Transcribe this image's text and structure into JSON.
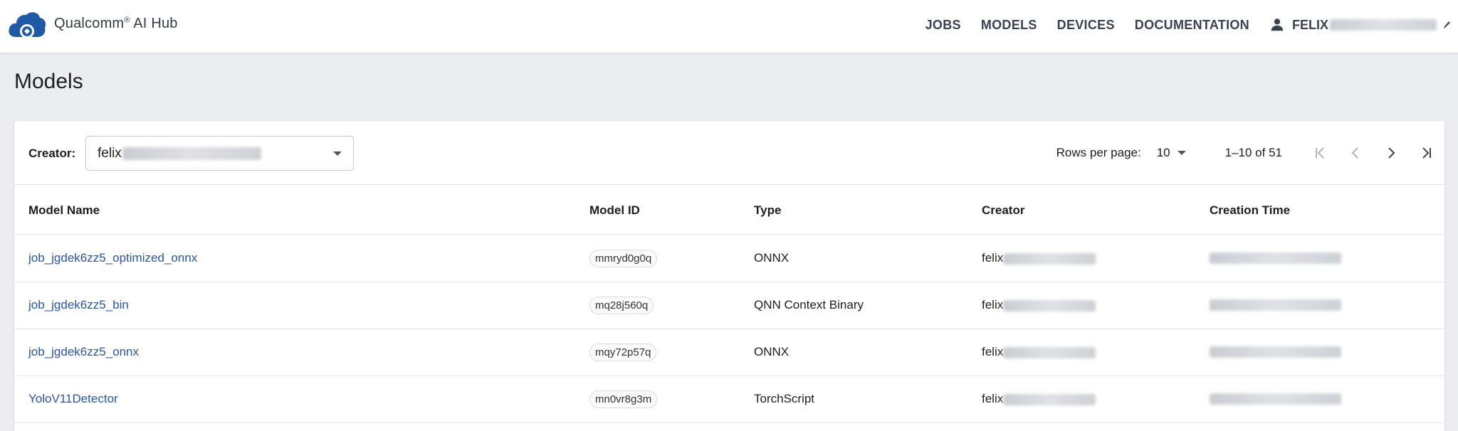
{
  "header": {
    "brand": "Qualcomm",
    "brand_reg": "®",
    "brand_suffix": " AI Hub",
    "nav": [
      "JOBS",
      "MODELS",
      "DEVICES",
      "DOCUMENTATION"
    ],
    "user_name": "FELIX"
  },
  "page": {
    "title": "Models"
  },
  "filter": {
    "creator_label": "Creator:",
    "creator_value": "felix"
  },
  "pagination": {
    "rows_per_page_label": "Rows per page:",
    "rows_per_page": "10",
    "range": "1–10 of 51"
  },
  "table": {
    "columns": [
      "Model Name",
      "Model ID",
      "Type",
      "Creator",
      "Creation Time"
    ],
    "rows": [
      {
        "name": "job_jgdek6zz5_optimized_onnx",
        "id": "mmryd0g0q",
        "type": "ONNX",
        "creator": "felix"
      },
      {
        "name": "job_jgdek6zz5_bin",
        "id": "mq28j560q",
        "type": "QNN Context Binary",
        "creator": "felix"
      },
      {
        "name": "job_jgdek6zz5_onnx",
        "id": "mqy72p57q",
        "type": "ONNX",
        "creator": "felix"
      },
      {
        "name": "YoloV11Detector",
        "id": "mn0vr8g3m",
        "type": "TorchScript",
        "creator": "felix"
      }
    ]
  },
  "colors": {
    "link": "#2955a8",
    "logo": "#1f5aa6",
    "background": "#ebedf0"
  }
}
